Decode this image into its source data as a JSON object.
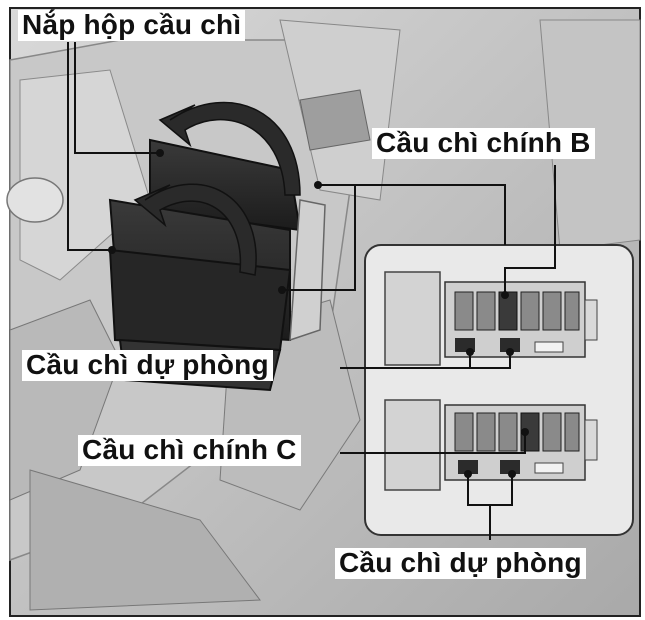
{
  "labels": {
    "fuse_box_cover": "Nắp hộp cầu chì",
    "main_fuse_b": "Cầu chì chính B",
    "spare_fuse_1": "Cầu chì dự phòng",
    "main_fuse_c": "Cầu chì chính C",
    "spare_fuse_2": "Cầu chì dự phòng"
  },
  "colors": {
    "background": "#ffffff",
    "illustration_gray": "#bdbdbd",
    "dark_part": "#2b2b2b",
    "line": "#111111"
  }
}
